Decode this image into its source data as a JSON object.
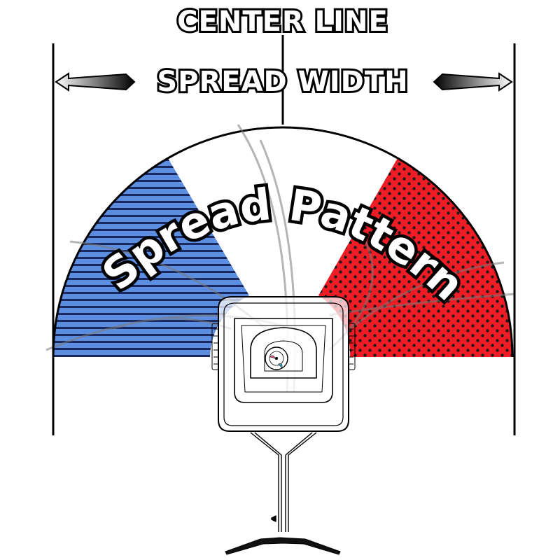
{
  "labels": {
    "center_line": "CENTER LINE",
    "spread_width": "SPREAD WIDTH",
    "spread_pattern": "Spread Pattern"
  },
  "colors": {
    "left_zone": "#5b8de0",
    "left_zone_stripes": "#1a2a60",
    "right_zone": "#ee1c24",
    "right_zone_dots": "#1a1a1a",
    "center_zone": "#ffffff",
    "outline": "#000000"
  },
  "icons": {
    "spreader": "broadcast-spreader-icon",
    "arrow_left": "arrow-left-icon",
    "arrow_right": "arrow-right-icon"
  }
}
